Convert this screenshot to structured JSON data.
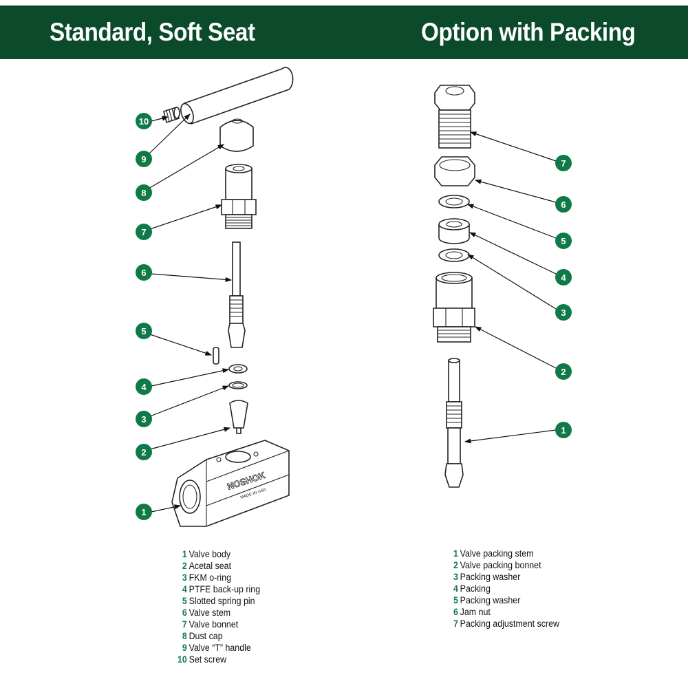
{
  "header": {
    "left_title": "Standard, Soft Seat",
    "right_title": "Option with Packing"
  },
  "colors": {
    "header_bg": "#0b4a2b",
    "badge": "#0f7a47"
  },
  "left_diagram": {
    "callouts": [
      "10",
      "9",
      "8",
      "7",
      "6",
      "5",
      "4",
      "3",
      "2",
      "1"
    ],
    "body_logo": "NOSHOK",
    "body_marking": "MADE IN USA"
  },
  "right_diagram": {
    "callouts": [
      "7",
      "6",
      "5",
      "4",
      "3",
      "2",
      "1"
    ]
  },
  "left_legend": [
    {
      "num": "1",
      "label": "Valve body"
    },
    {
      "num": "2",
      "label": "Acetal seat"
    },
    {
      "num": "3",
      "label": "FKM o-ring"
    },
    {
      "num": "4",
      "label": "PTFE back-up ring"
    },
    {
      "num": "5",
      "label": "Slotted spring pin"
    },
    {
      "num": "6",
      "label": "Valve stem"
    },
    {
      "num": "7",
      "label": "Valve bonnet"
    },
    {
      "num": "8",
      "label": "Dust cap"
    },
    {
      "num": "9",
      "label": "Valve “T” handle"
    },
    {
      "num": "10",
      "label": "Set screw"
    }
  ],
  "right_legend": [
    {
      "num": "1",
      "label": "Valve packing stem"
    },
    {
      "num": "2",
      "label": "Valve packing bonnet"
    },
    {
      "num": "3",
      "label": "Packing washer"
    },
    {
      "num": "4",
      "label": "Packing"
    },
    {
      "num": "5",
      "label": "Packing washer"
    },
    {
      "num": "6",
      "label": "Jam nut"
    },
    {
      "num": "7",
      "label": "Packing adjustment screw"
    }
  ]
}
